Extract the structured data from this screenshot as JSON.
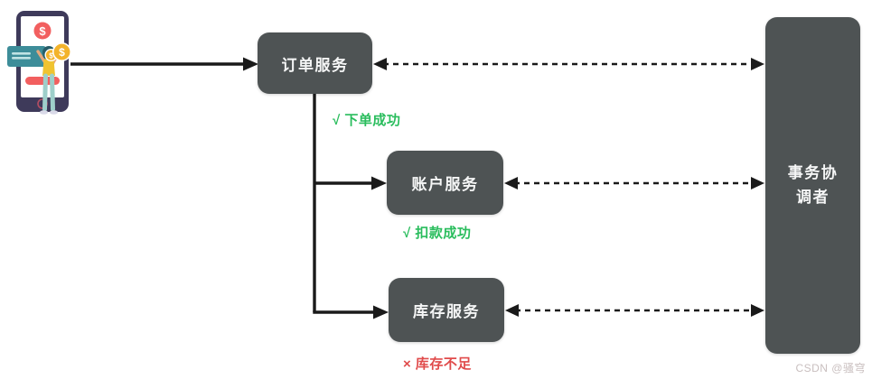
{
  "theme": {
    "node_bg": "#4e5354",
    "node_text": "#f5f6f6",
    "success": "#2abd5d",
    "error": "#e04b4b",
    "line": "#1a1a1a",
    "watermark_color": "#c9bfbf"
  },
  "diagram": {
    "nodes": [
      {
        "id": "order-service",
        "label": "订单服务"
      },
      {
        "id": "account-service",
        "label": "账户服务"
      },
      {
        "id": "inventory-service",
        "label": "库存服务"
      },
      {
        "id": "coordinator",
        "label": "事务协调者"
      }
    ],
    "annotations": [
      {
        "id": "order-success",
        "label": "√ 下单成功",
        "status": "success"
      },
      {
        "id": "deduct-success",
        "label": "√ 扣款成功",
        "status": "success"
      },
      {
        "id": "inventory-insufficient",
        "label": "× 库存不足",
        "status": "error"
      }
    ],
    "edges": [
      {
        "from": "client",
        "to": "order-service",
        "style": "solid",
        "direction": "right"
      },
      {
        "from": "order-service",
        "to": "account-service",
        "style": "solid",
        "direction": "right"
      },
      {
        "from": "order-service",
        "to": "inventory-service",
        "style": "solid",
        "direction": "right"
      },
      {
        "from": "order-service",
        "to": "coordinator",
        "style": "dashed",
        "direction": "both"
      },
      {
        "from": "account-service",
        "to": "coordinator",
        "style": "dashed",
        "direction": "both"
      },
      {
        "from": "inventory-service",
        "to": "coordinator",
        "style": "dashed",
        "direction": "both"
      }
    ]
  },
  "illustration": {
    "name": "mobile-payment-illustration",
    "dollar": "$"
  },
  "watermark": {
    "label": "CSDN @骚穹"
  }
}
